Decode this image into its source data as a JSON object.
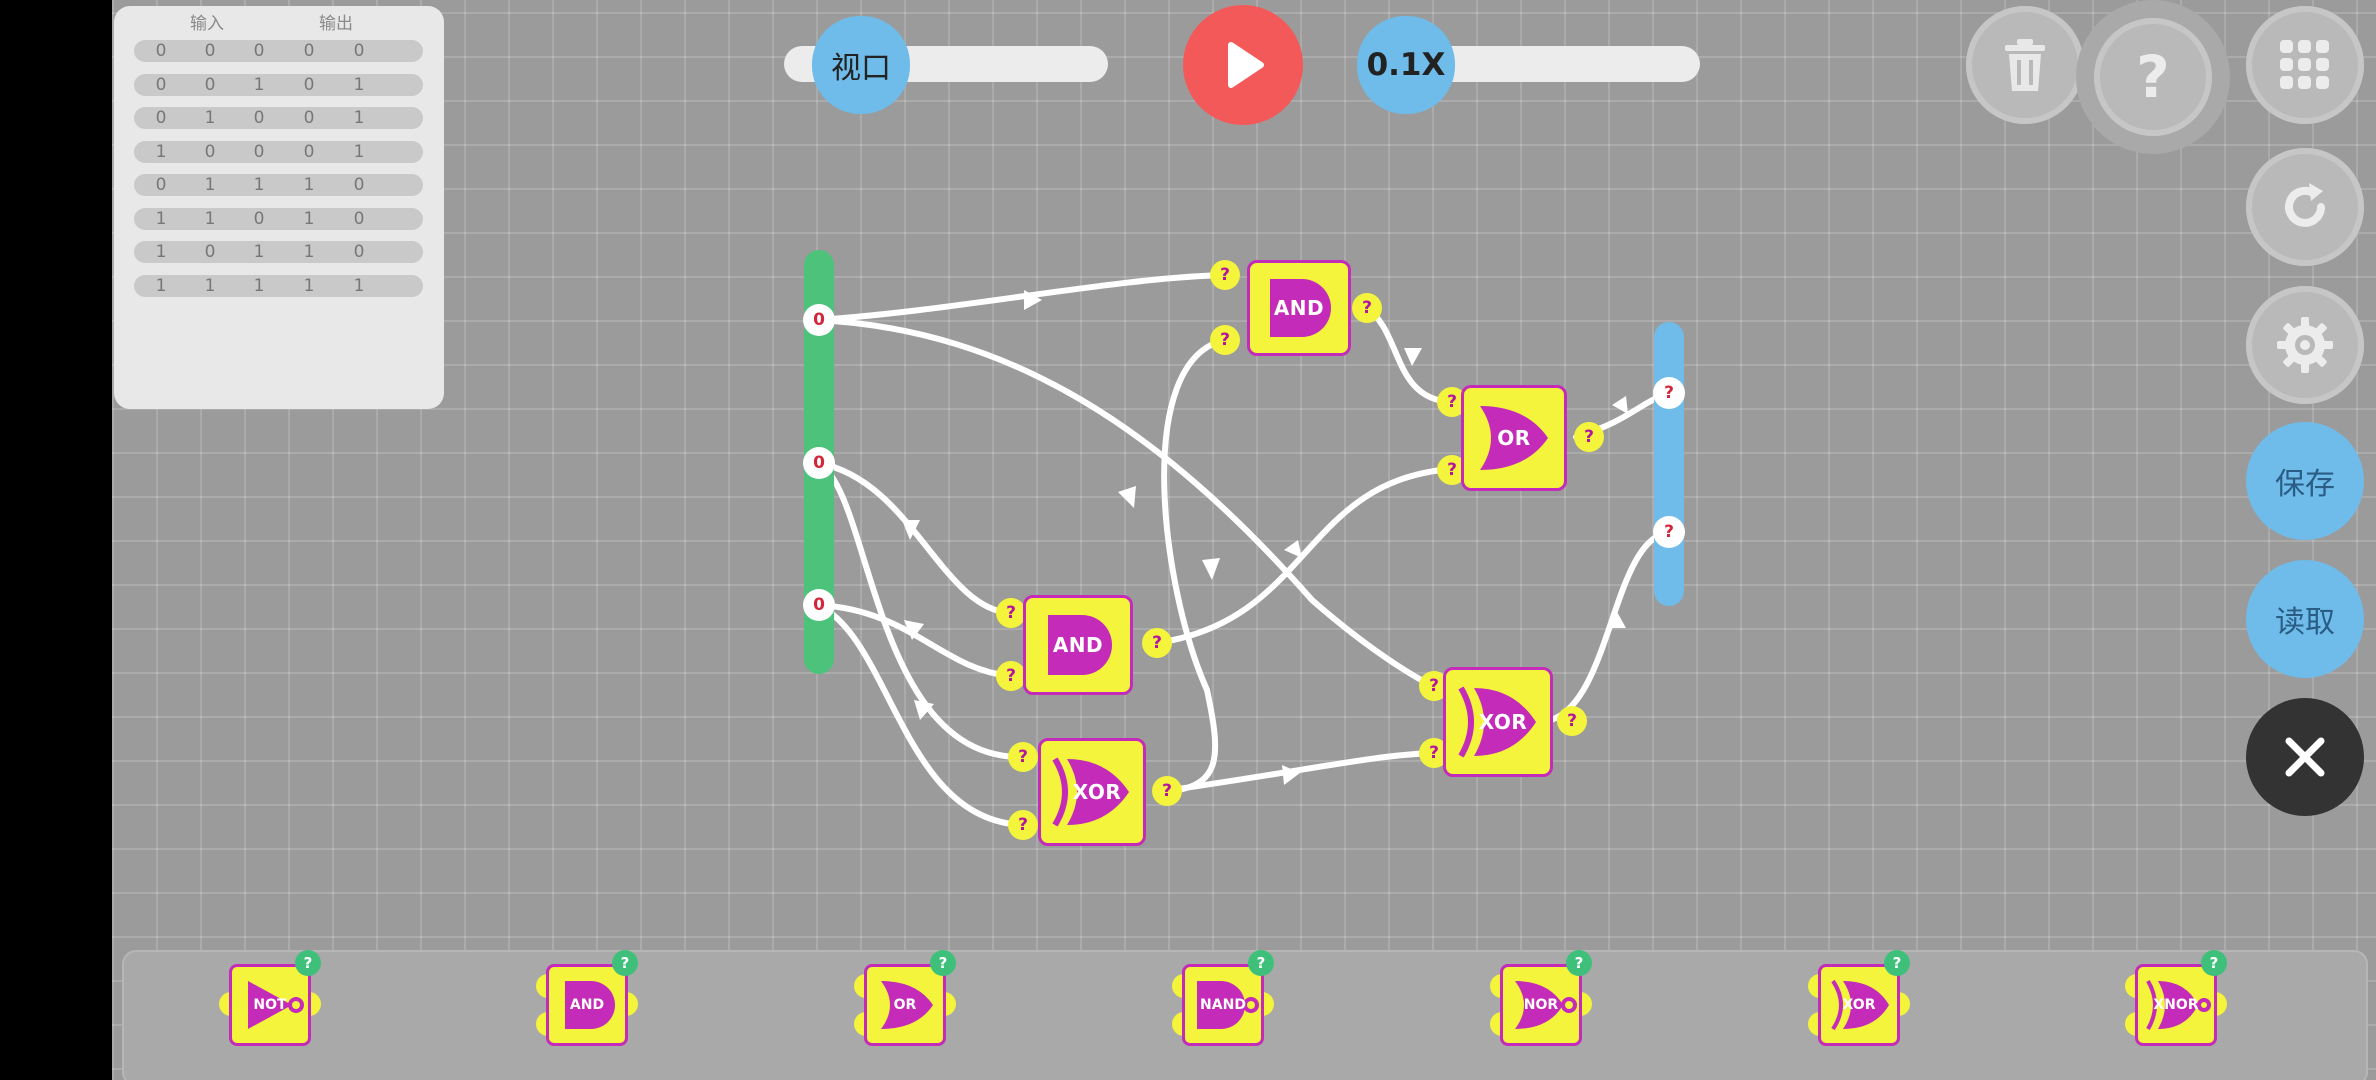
{
  "truth_table": {
    "input_header": "输入",
    "output_header": "输出",
    "rows": [
      [
        "0",
        "0",
        "0",
        "0",
        "0"
      ],
      [
        "0",
        "0",
        "1",
        "0",
        "1"
      ],
      [
        "0",
        "1",
        "0",
        "0",
        "1"
      ],
      [
        "1",
        "0",
        "0",
        "0",
        "1"
      ],
      [
        "0",
        "1",
        "1",
        "1",
        "0"
      ],
      [
        "1",
        "1",
        "0",
        "1",
        "0"
      ],
      [
        "1",
        "0",
        "1",
        "1",
        "0"
      ],
      [
        "1",
        "1",
        "1",
        "1",
        "1"
      ]
    ]
  },
  "toolbar": {
    "viewport_label": "视口",
    "speed_label": "0.1X"
  },
  "sidebar": {
    "save_label": "保存",
    "load_label": "读取",
    "help_glyph": "?"
  },
  "circuit": {
    "inputs": [
      "0",
      "0",
      "0"
    ],
    "outputs": [
      "?",
      "?"
    ],
    "port_unknown": "?",
    "gates": {
      "and_top": "AND",
      "and_mid": "AND",
      "xor_low": "XOR",
      "or_right": "OR",
      "xor_right": "XOR"
    }
  },
  "palette": {
    "badge": "?",
    "items": [
      "NOT",
      "AND",
      "OR",
      "NAND",
      "NOR",
      "XOR",
      "XNOR"
    ]
  },
  "colors": {
    "input_rail": "#4cc27a",
    "output_rail": "#6fbbe9",
    "play_button": "#f4595a",
    "gate_fill": "#f4f43d",
    "gate_accent": "#c42bb8"
  }
}
